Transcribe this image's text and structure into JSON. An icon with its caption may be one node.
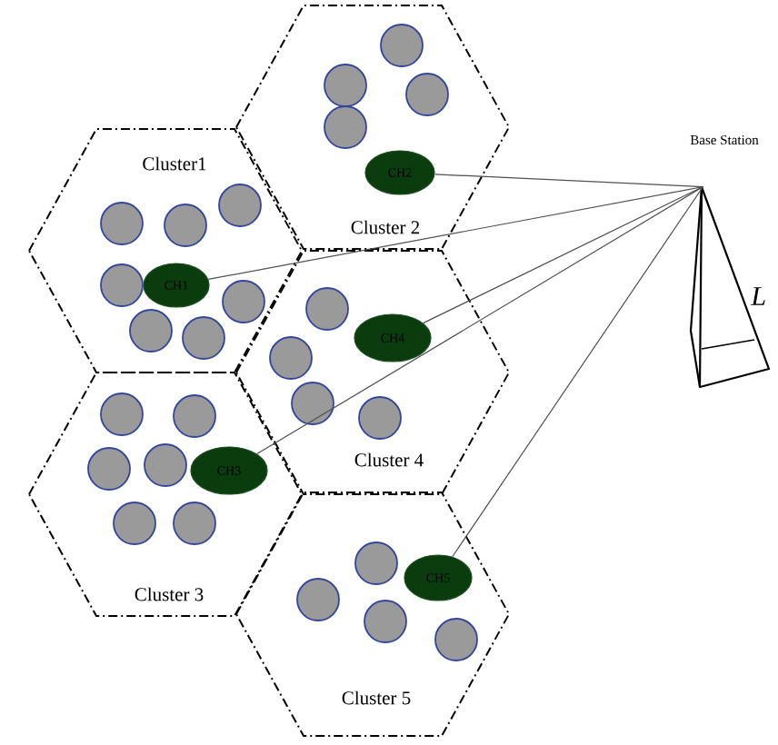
{
  "diagram": {
    "nodes": [
      {
        "text": [
          "Cluster1"
        ]
      },
      {
        "text": [
          "CH1"
        ],
        "in": 0
      },
      {
        "text": [],
        "shape": "circle",
        "in": 0
      },
      {
        "text": [],
        "shape": "circle",
        "in": 0
      },
      {
        "text": [],
        "shape": "circle",
        "in": 0
      },
      {
        "text": [],
        "shape": "circle",
        "in": 0
      },
      {
        "text": [],
        "shape": "circle",
        "in": 0
      },
      {
        "text": [],
        "shape": "circle",
        "in": 0
      },
      {
        "text": [],
        "shape": "circle",
        "in": 0
      },
      {
        "text": [
          "Cluster 2"
        ]
      },
      {
        "text": [
          "CH2"
        ],
        "in": 9
      },
      {
        "text": [],
        "shape": "circle",
        "in": 9
      },
      {
        "text": [],
        "shape": "circle",
        "in": 9
      },
      {
        "text": [],
        "shape": "circle",
        "in": 9
      },
      {
        "text": [],
        "shape": "circle",
        "in": 9
      },
      {
        "text": [
          "Cluster 3"
        ]
      },
      {
        "text": [
          "CH3"
        ],
        "in": 15
      },
      {
        "text": [],
        "shape": "circle",
        "in": 15
      },
      {
        "text": [],
        "shape": "circle",
        "in": 15
      },
      {
        "text": [],
        "shape": "circle",
        "in": 15
      },
      {
        "text": [],
        "shape": "circle",
        "in": 15
      },
      {
        "text": [],
        "shape": "circle",
        "in": 15
      },
      {
        "text": [],
        "shape": "circle",
        "in": 15
      },
      {
        "text": [
          "Cluster 4"
        ]
      },
      {
        "text": [
          "CH4"
        ],
        "in": 23
      },
      {
        "text": [],
        "shape": "circle",
        "in": 23
      },
      {
        "text": [],
        "shape": "circle",
        "in": 23
      },
      {
        "text": [],
        "shape": "circle",
        "in": 23
      },
      {
        "text": [],
        "shape": "circle",
        "in": 23
      },
      {
        "text": [
          "Cluster 5"
        ]
      },
      {
        "text": [
          "CH5"
        ],
        "in": 29
      },
      {
        "text": [],
        "shape": "circle",
        "in": 29
      },
      {
        "text": [],
        "shape": "circle",
        "in": 29
      },
      {
        "text": [],
        "shape": "circle",
        "in": 29
      },
      {
        "text": [],
        "shape": "circle",
        "in": 29
      },
      {
        "text": [],
        "shape": "picture",
        "beside": [
          "Base Station"
        ]
      }
    ],
    "edges": [
      {
        "from": 1,
        "to": 35,
        "arrow": "none"
      },
      {
        "from": 10,
        "to": 35,
        "arrow": "none"
      },
      {
        "from": 16,
        "to": 35,
        "arrow": "none"
      },
      {
        "from": 24,
        "to": 35,
        "arrow": "none"
      },
      {
        "from": 30,
        "to": 35,
        "arrow": "none"
      }
    ],
    "labels": [
      "L"
    ]
  }
}
